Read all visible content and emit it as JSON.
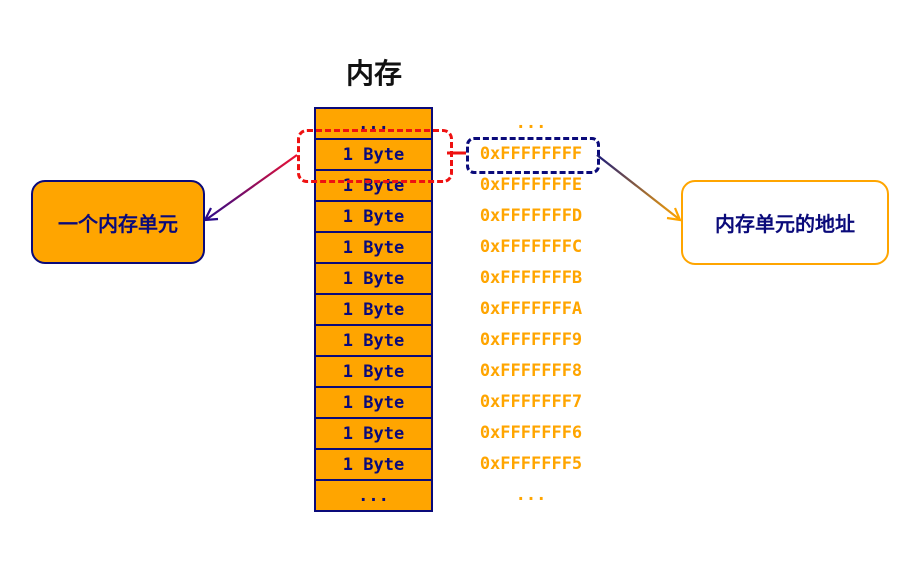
{
  "title": "内存",
  "cells": [
    "...",
    "1 Byte",
    "1 Byte",
    "1 Byte",
    "1 Byte",
    "1 Byte",
    "1 Byte",
    "1 Byte",
    "1 Byte",
    "1 Byte",
    "1 Byte",
    "1 Byte",
    "..."
  ],
  "addresses": [
    "...",
    "0xFFFFFFFF",
    "0xFFFFFFFE",
    "0xFFFFFFFD",
    "0xFFFFFFFC",
    "0xFFFFFFFB",
    "0xFFFFFFFA",
    "0xFFFFFFF9",
    "0xFFFFFFF8",
    "0xFFFFFFF7",
    "0xFFFFFFF6",
    "0xFFFFFFF5",
    "..."
  ],
  "labels": {
    "memory_unit": "一个内存单元",
    "unit_address": "内存单元的地址"
  },
  "colors": {
    "orange": "#ffa500",
    "navy": "#0a0a7a",
    "red": "#ee1111"
  }
}
